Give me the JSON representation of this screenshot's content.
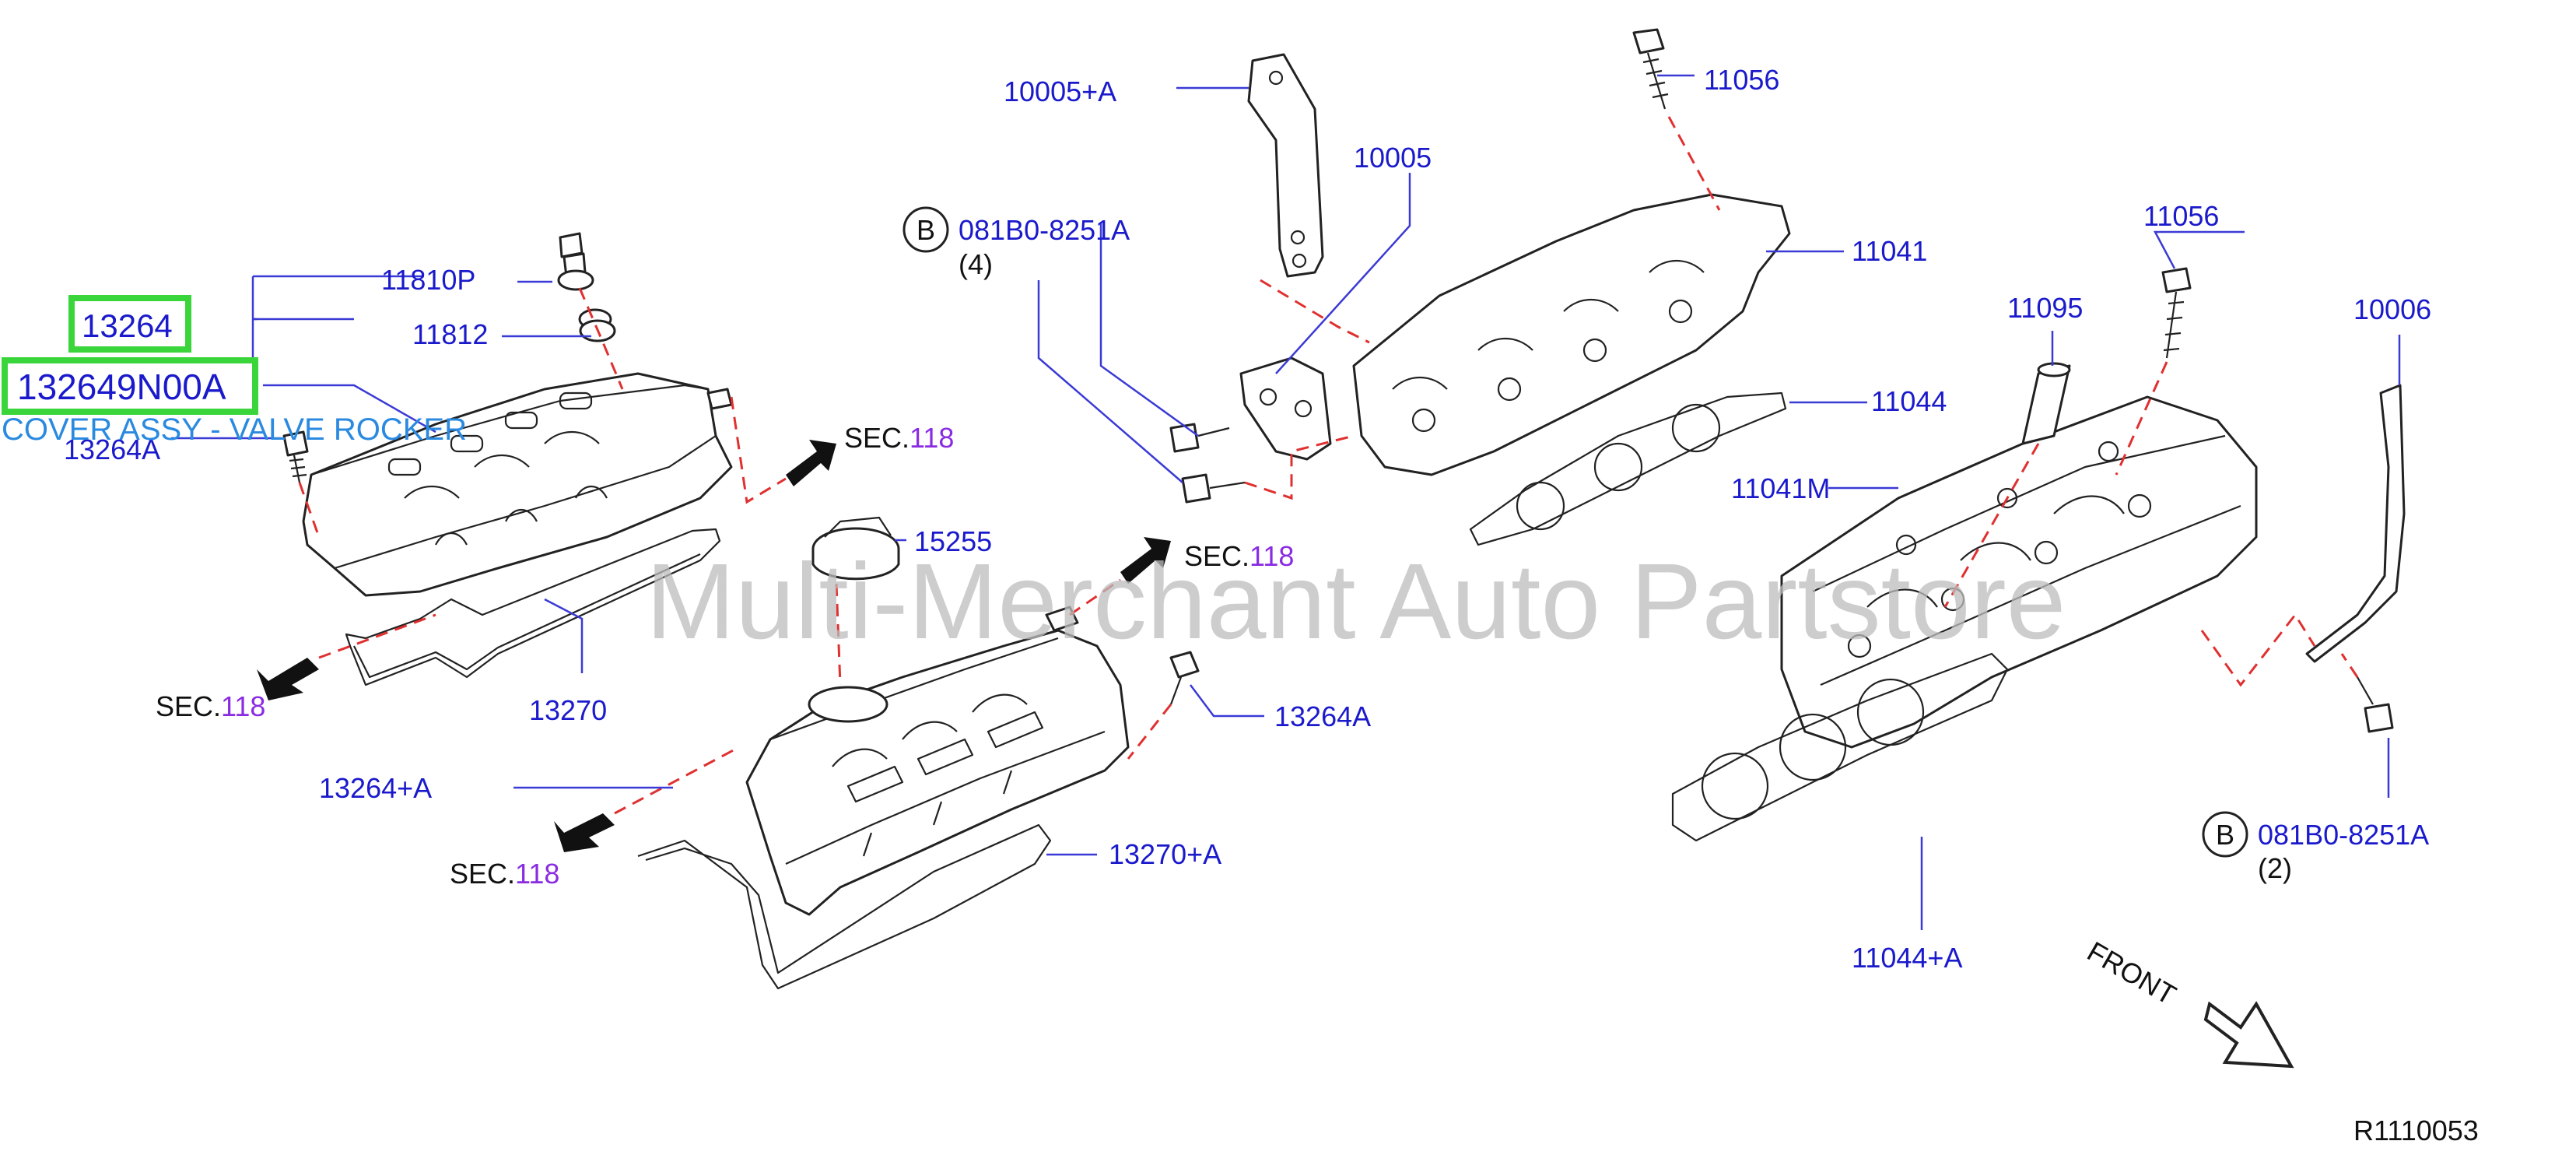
{
  "watermark": "Multi-Merchant Auto Partstore",
  "diagram_id": "R1110053",
  "front_label": "FRONT",
  "highlight": {
    "part_short": "13264",
    "part_full": "132649N00A",
    "description": "COVER ASSY - VALVE ROCKER"
  },
  "sec": {
    "prefix": "SEC.",
    "number": "118"
  },
  "labels": {
    "p10005A": "10005+A",
    "p10005": "10005",
    "p11056_top": "11056",
    "p11041": "11041",
    "p11056_right": "11056",
    "p11095": "11095",
    "p10006": "10006",
    "p11044": "11044",
    "p11041M": "11041M",
    "p11810P": "11810P",
    "p11812": "11812",
    "p13264A_left": "13264A",
    "p15255": "15255",
    "p13270": "13270",
    "p13264A_right": "13264A",
    "p13264plusA": "13264+A",
    "p13270plusA": "13270+A",
    "p11044plusA": "11044+A",
    "bolt_top": "081B0-8251A",
    "bolt_top_qty": "(4)",
    "bolt_right": "081B0-8251A",
    "bolt_right_qty": "(2)",
    "circle_b": "B"
  }
}
